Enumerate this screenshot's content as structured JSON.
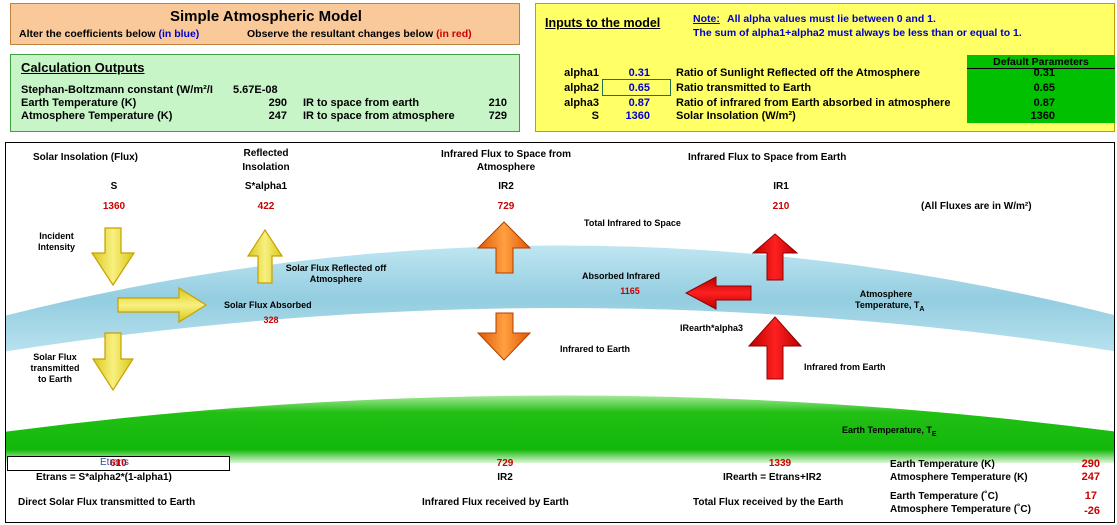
{
  "header": {
    "title": "Simple Atmospheric Model",
    "alter_prefix": "Alter the coefficients below",
    "alter_suffix": "(in blue)",
    "observe_prefix": "Observe the resultant changes below",
    "observe_suffix": "(in red)"
  },
  "calc": {
    "heading": "Calculation Outputs",
    "sb_label": "Stephan-Boltzmann constant (W/m²/I",
    "sb_value": "5.67E-08",
    "earth_temp_label": "Earth Temperature (K)",
    "earth_temp_value": "290",
    "atmo_temp_label": "Atmosphere Temperature (K)",
    "atmo_temp_value": "247",
    "ir_earth_label": "IR to space from earth",
    "ir_earth_value": "210",
    "ir_atmo_label": "IR to space from atmosphere",
    "ir_atmo_value": "729"
  },
  "inputs": {
    "heading": "Inputs to the model",
    "note_label": "Note:",
    "note_line1": "All alpha values must lie between 0 and 1.",
    "note_line2": "The sum of alpha1+alpha2 must always be less than or equal to 1.",
    "defaults_header": "Default Parameters",
    "rows": [
      {
        "name": "alpha1",
        "value": "0.31",
        "desc": "Ratio of Sunlight Reflected off the Atmosphere",
        "default": "0.31"
      },
      {
        "name": "alpha2",
        "value": "0.65",
        "desc": "Ratio transmitted to Earth",
        "default": "0.65"
      },
      {
        "name": "alpha3",
        "value": "0.87",
        "desc": "Ratio of infrared from Earth absorbed in atmosphere",
        "default": "0.87"
      },
      {
        "name": "S",
        "value": "1360",
        "desc": "Solar Insolation (W/m²)",
        "default": "1360"
      }
    ]
  },
  "diagram": {
    "col1_title": "Solar Insolation (Flux)",
    "col1_symbol": "S",
    "col1_value": "1360",
    "col2_title_1": "Reflected",
    "col2_title_2": "Insolation",
    "col2_symbol": "S*alpha1",
    "col2_value": "422",
    "col3_title_1": "Infrared Flux to Space from",
    "col3_title_2": "Atmosphere",
    "col3_symbol": "IR2",
    "col3_value": "729",
    "col4_title": "Infrared Flux to Space from Earth",
    "col4_symbol": "IR1",
    "col4_value": "210",
    "units_note": "(All Fluxes are in W/m²)",
    "incident_1": "Incident",
    "incident_2": "Intensity",
    "reflected_label_1": "Solar Flux Reflected off",
    "reflected_label_2": "Atmosphere",
    "absorbed_label": "Solar Flux Absorbed",
    "absorbed_value": "328",
    "transmitted_1": "Solar Flux",
    "transmitted_2": "transmitted",
    "transmitted_3": "to Earth",
    "total_ir": "Total Infrared to Space",
    "absorbed_ir_label": "Absorbed Infrared",
    "absorbed_ir_value": "1165",
    "ir_to_earth": "Infrared to Earth",
    "irearth_alpha3": "IRearth*alpha3",
    "atmo_temp_1": "Atmosphere",
    "atmo_temp_2": "Temperature, T",
    "atmo_temp_sub": "A",
    "ir_from_earth": "Infrared from Earth",
    "earth_temp": "Earth Temperature, T",
    "earth_temp_sub": "E"
  },
  "bottom": {
    "etrans_cell_text": "Etrans",
    "etrans_value": "610",
    "etrans_formula": "Etrans = S*alpha2*(1-alpha1)",
    "direct_label": "Direct Solar Flux transmitted to Earth",
    "ir2_value": "729",
    "ir2_label": "IR2",
    "ir_received_label": "Infrared Flux received by Earth",
    "irearth_value": "1339",
    "irearth_formula": "IRearth = Etrans+IR2",
    "total_received_label": "Total Flux received by the Earth",
    "earth_temp_k_label": "Earth Temperature (K)",
    "earth_temp_k_value": "290",
    "atmo_temp_k_label": "Atmosphere Temperature (K)",
    "atmo_temp_k_value": "247",
    "earth_temp_c_label": "Earth Temperature (˚C)",
    "earth_temp_c_value": "17",
    "atmo_temp_c_label": "Atmosphere Temperature (˚C)",
    "atmo_temp_c_value": "-26"
  }
}
